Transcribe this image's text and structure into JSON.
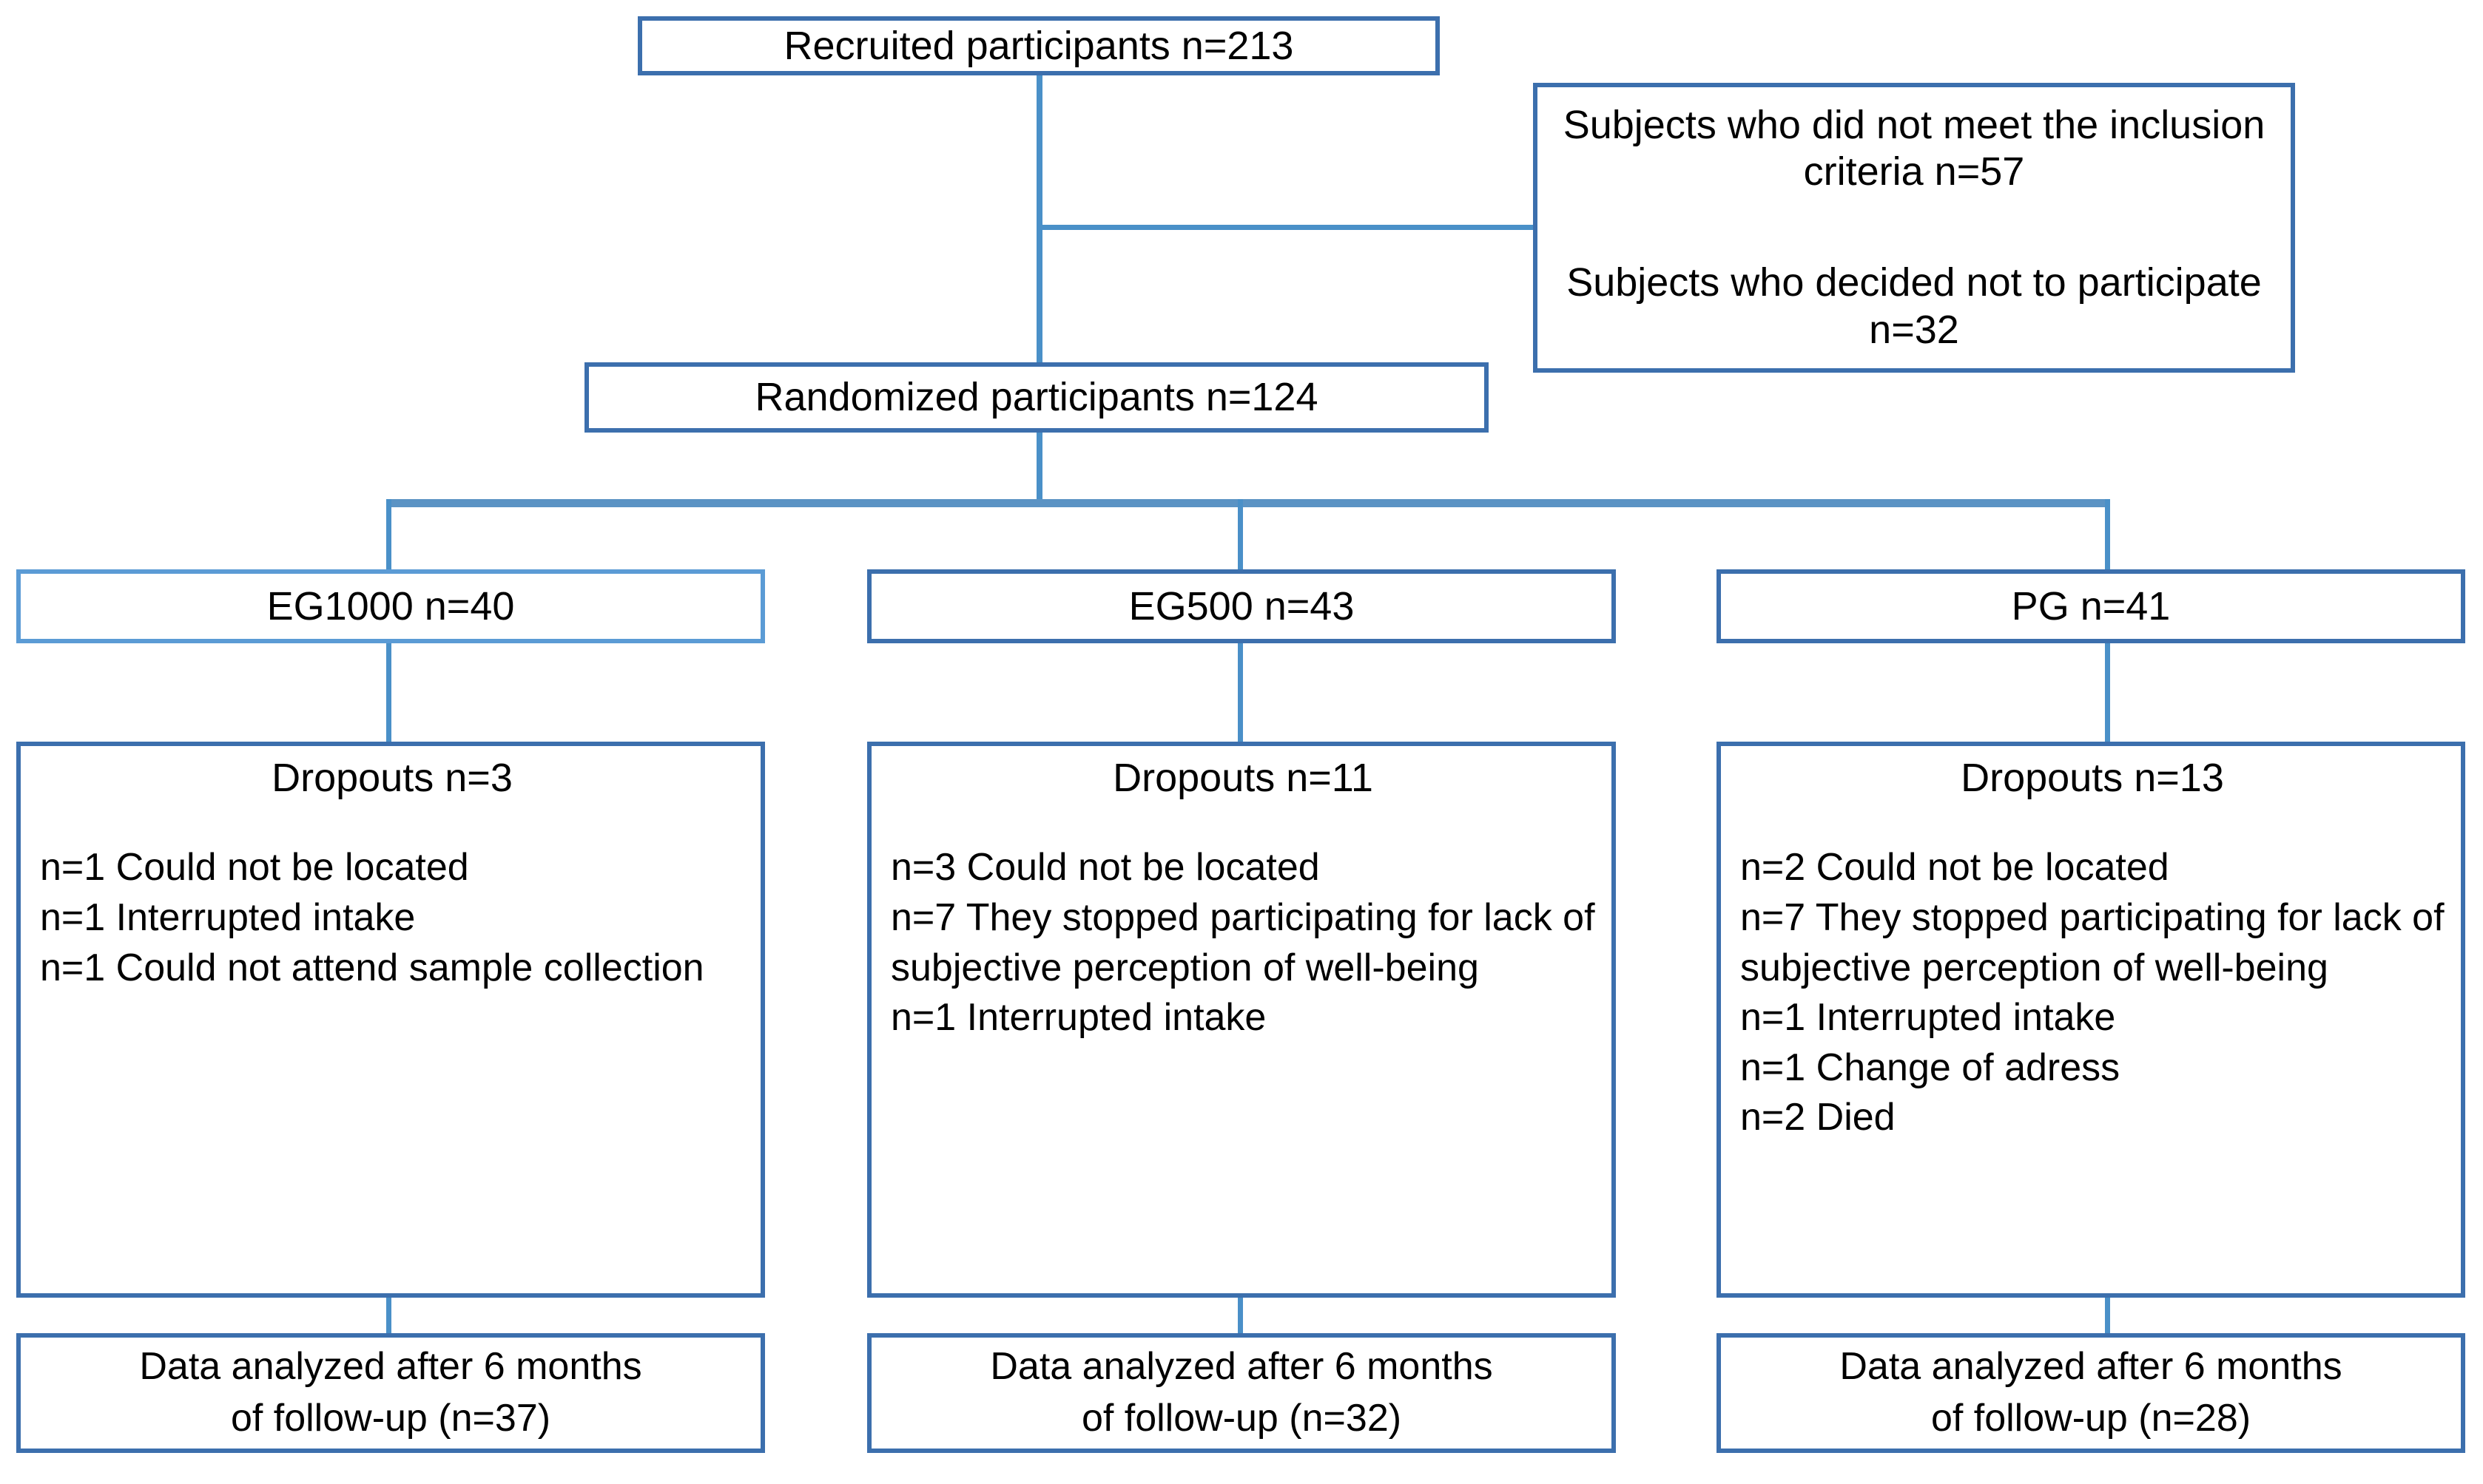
{
  "diagram": {
    "type": "consort-flow-diagram",
    "accent_border_color": "#3c6fad",
    "accent_border_color_light": "#5b9bd5",
    "connector_color": "#4a90c8",
    "background_color": "#ffffff"
  },
  "recruited": {
    "label": "Recruited participants n=213"
  },
  "exclusions": {
    "reason_1": "Subjects who did not meet the\ninclusion criteria n=57",
    "reason_2": "Subjects who decided not to\nparticipate n=32"
  },
  "randomized": {
    "label": "Randomized participants n=124"
  },
  "groups": [
    {
      "id": "eg1000",
      "label": "EG1000 n=40",
      "dropouts_title": "Dropouts n=3",
      "dropout_reasons": [
        "n=1 Could not be located",
        "n=1 Interrupted intake",
        "n=1 Could not attend sample collection"
      ],
      "analysis_line_1": "Data analyzed after 6 months",
      "analysis_line_2": "of follow-up (n=37)"
    },
    {
      "id": "eg500",
      "label": "EG500 n=43",
      "dropouts_title": "Dropouts n=11",
      "dropout_reasons": [
        "n=3 Could not be located",
        "n=7 They stopped participating for lack of subjective perception of well-being",
        "n=1 Interrupted intake"
      ],
      "analysis_line_1": "Data analyzed after 6 months",
      "analysis_line_2": "of follow-up (n=32)"
    },
    {
      "id": "pg",
      "label": "PG n=41",
      "dropouts_title": "Dropouts n=13",
      "dropout_reasons": [
        "n=2 Could not be located",
        "n=7 They stopped participating for lack of subjective perception of well-being",
        "n=1 Interrupted intake",
        "n=1 Change of adress",
        "n=2 Died"
      ],
      "analysis_line_1": "Data analyzed after 6 months",
      "analysis_line_2": "of follow-up (n=28)"
    }
  ]
}
